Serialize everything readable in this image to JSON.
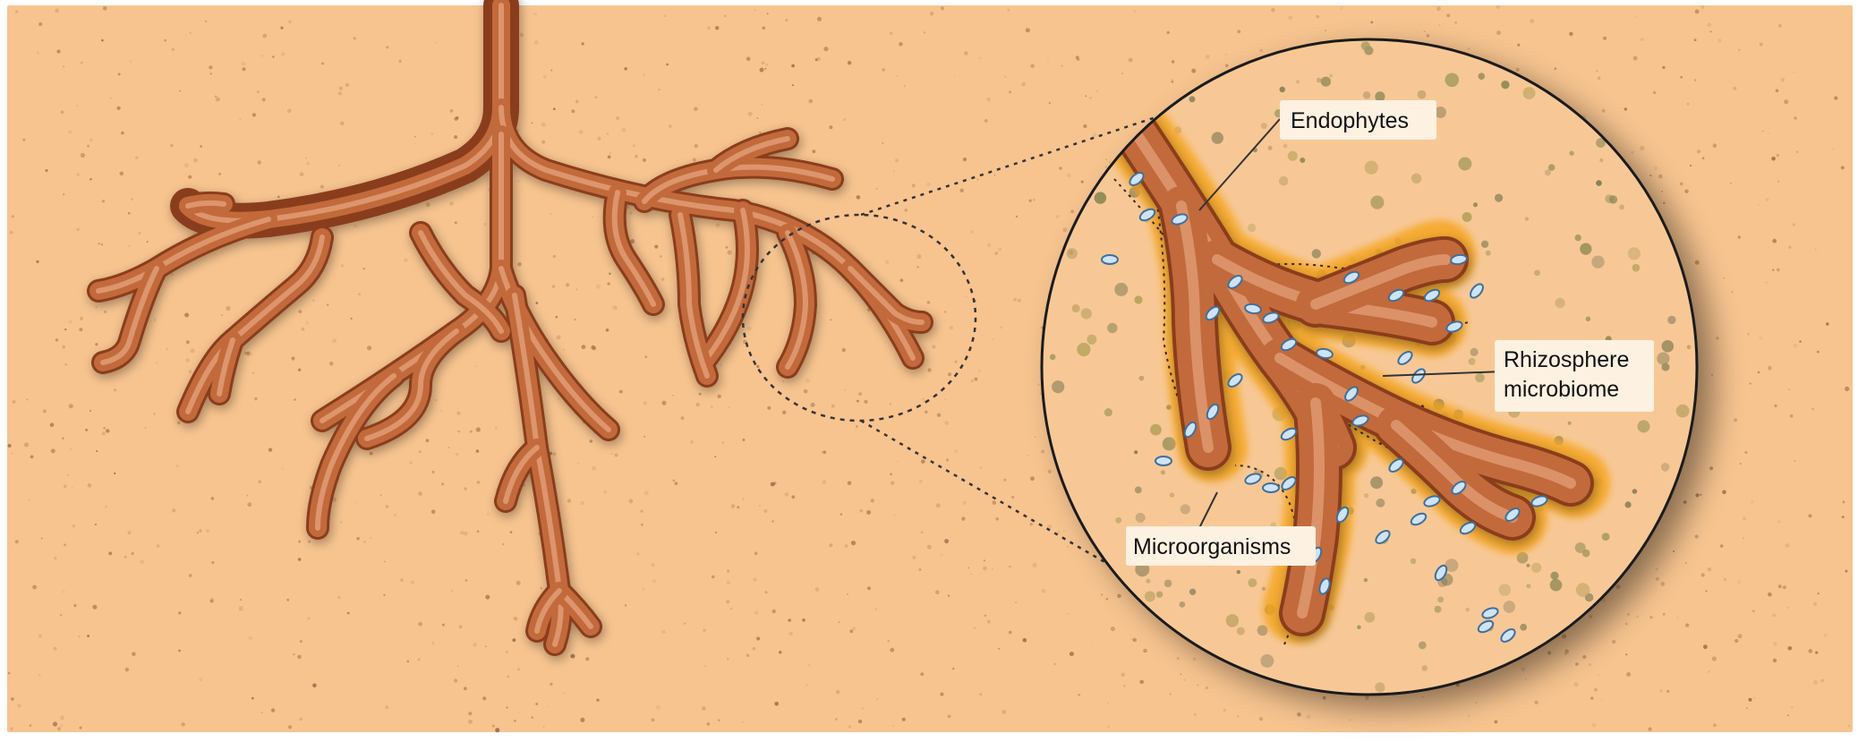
{
  "labels": {
    "endophytes": "Endophytes",
    "rhizosphere_line1": "Rhizosphere",
    "rhizosphere_line2": "microbiome",
    "microorganisms": "Microorganisms"
  },
  "colors": {
    "soil": "#f7c48f",
    "soil_border": "#f4b97e",
    "root": "#c26a3b",
    "root_highlight": "#e3a07a",
    "root_shadow": "#8a3d1c",
    "rhizosphere_halo": "#f5a623",
    "microbe_fill": "#cfe3f7",
    "microbe_stroke": "#3f6f9c",
    "label_bg": "#fdf1e1",
    "circle_fill": "#f7c896"
  },
  "icons": {
    "main_root": "root-system-icon",
    "zoom_region": "dashed-ellipse-icon",
    "magnifier": "magnified-root-circle-icon",
    "microbe": "bacterium-icon"
  }
}
